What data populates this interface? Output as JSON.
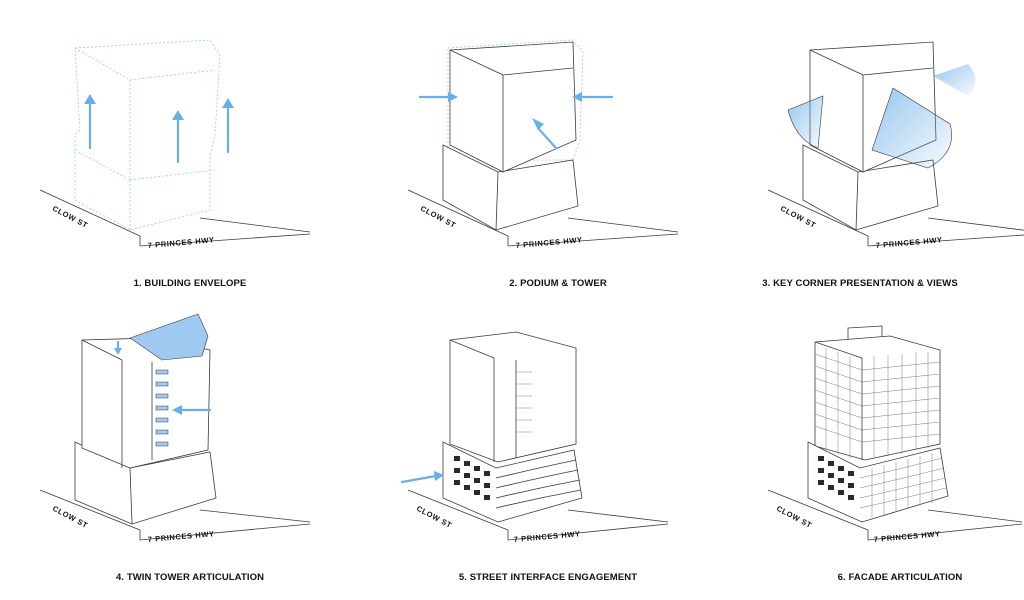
{
  "colors": {
    "accent": "#6aaee8",
    "line": "#3a3a3a",
    "envelope": "#8ed0e4"
  },
  "panels": [
    {
      "caption": "1. BUILDING ENVELOPE",
      "street_left": "CLOW ST",
      "street_right": "7 PRINCES HWY"
    },
    {
      "caption": "2. PODIUM & TOWER",
      "street_left": "CLOW ST",
      "street_right": "7 PRINCES HWY"
    },
    {
      "caption": "3. KEY CORNER PRESENTATION & VIEWS",
      "street_left": "CLOW ST",
      "street_right": "7 PRINCES HWY"
    },
    {
      "caption": "4. TWIN TOWER ARTICULATION",
      "street_left": "CLOW ST",
      "street_right": "7 PRINCES HWY"
    },
    {
      "caption": "5. STREET INTERFACE ENGAGEMENT",
      "street_left": "CLOW ST",
      "street_right": "7 PRINCES HWY"
    },
    {
      "caption": "6. FACADE ARTICULATION",
      "street_left": "CLOW ST",
      "street_right": "7 PRINCES HWY"
    }
  ]
}
